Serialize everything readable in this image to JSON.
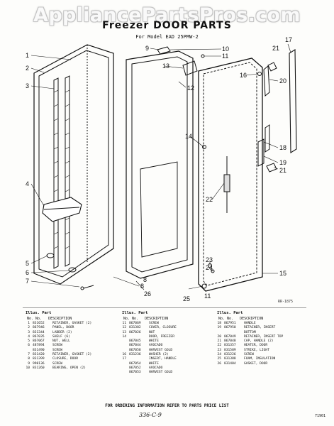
{
  "watermark": "AppliancePartsPros.com",
  "title": "Freezer DOOR PARTS",
  "subtitle": "For Model EAD 25PMW-2",
  "drawing_code": "RR-1875",
  "callouts": [
    "1",
    "2",
    "3",
    "4",
    "5",
    "6",
    "7",
    "8",
    "9",
    "10",
    "11",
    "12",
    "13",
    "14",
    "15",
    "16",
    "17",
    "18",
    "19",
    "20",
    "21",
    "21",
    "22",
    "23",
    "24",
    "25",
    "26",
    "8",
    "11"
  ],
  "table": {
    "header": {
      "illus": "Illus.",
      "part": "Part",
      "no": "No.",
      "no2": "No.",
      "description": "DESCRIPTION"
    },
    "columns": [
      [
        {
          "illus": "1",
          "part": "831652",
          "desc": "RETAINER, GASKET (2)"
        },
        {
          "illus": "2",
          "part": "867946",
          "desc": "PANEL, DOOR"
        },
        {
          "illus": "3",
          "part": "831344",
          "desc": "LADDER (2)"
        },
        {
          "illus": "4",
          "part": "867035",
          "desc": "SHELF (6)"
        },
        {
          "illus": "5",
          "part": "867067",
          "desc": "NUT, WELL"
        },
        {
          "illus": "6",
          "part": "487894",
          "desc": "SCREW"
        },
        {
          "illus": "",
          "part": "831490",
          "desc": "SCREW"
        },
        {
          "illus": "7",
          "part": "831420",
          "desc": "RETAINER, GASKET (2)"
        },
        {
          "illus": "8",
          "part": "831399",
          "desc": "CLOSURE, DOOR"
        },
        {
          "illus": "9",
          "part": "990136",
          "desc": "SCREW"
        },
        {
          "illus": "10",
          "part": "831260",
          "desc": "BEARING, OPEN (2)"
        }
      ],
      [
        {
          "illus": "11",
          "part": "867069",
          "desc": "SCREW"
        },
        {
          "illus": "12",
          "part": "831382",
          "desc": "COVER, CLOSURE"
        },
        {
          "illus": "13",
          "part": "867026",
          "desc": "NUT"
        },
        {
          "illus": "14",
          "part": "",
          "desc": "DOOR, FREEZER"
        },
        {
          "illus": "",
          "part": "867045",
          "desc": "WHITE"
        },
        {
          "illus": "",
          "part": "867044",
          "desc": "AVOCADO"
        },
        {
          "illus": "",
          "part": "867058",
          "desc": "HARVEST GOLD"
        },
        {
          "illus": "16",
          "part": "831236",
          "desc": "WASHER (2)"
        },
        {
          "illus": "17",
          "part": "",
          "desc": "INSERT, HANDLE"
        },
        {
          "illus": "",
          "part": "867054",
          "desc": "WHITE"
        },
        {
          "illus": "",
          "part": "867052",
          "desc": "AVOCADO"
        },
        {
          "illus": "",
          "part": "867053",
          "desc": "HARVEST GOLD"
        }
      ],
      [
        {
          "illus": "18",
          "part": "867951",
          "desc": "HANDLE"
        },
        {
          "illus": "19",
          "part": "867950",
          "desc": "RETAINER, INSERT"
        },
        {
          "illus": "",
          "part": "",
          "desc": "BOTTOM"
        },
        {
          "illus": "20",
          "part": "867049",
          "desc": "RETAINER, INSERT TOP"
        },
        {
          "illus": "21",
          "part": "867048",
          "desc": "CAP, HANDLE (2)"
        },
        {
          "illus": "22",
          "part": "831357",
          "desc": "HEATER, DOOR"
        },
        {
          "illus": "23",
          "part": "831589",
          "desc": "STRIKE, LIGHT"
        },
        {
          "illus": "24",
          "part": "831226",
          "desc": "SCREW"
        },
        {
          "illus": "25",
          "part": "831388",
          "desc": "FOAM, INSULATION"
        },
        {
          "illus": "26",
          "part": "831404",
          "desc": "GASKET, DOOR"
        }
      ]
    ]
  },
  "footer": "FOR ORDERING INFORMATION REFER TO PARTS PRICE LIST",
  "handwritten": "336-C-9",
  "page_code": "71901"
}
